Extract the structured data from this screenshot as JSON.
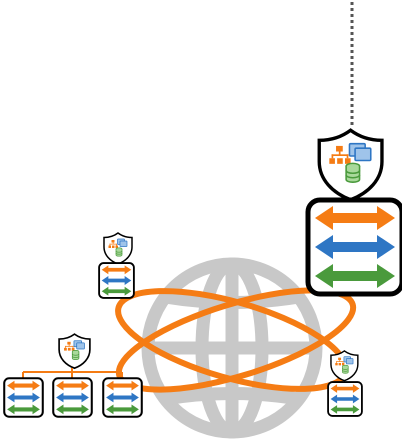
{
  "colors": {
    "globe": "#c8c8c8",
    "orbit": "#f57c14",
    "arrow_orange": "#f57c14",
    "arrow_blue": "#2e76c4",
    "arrow_green": "#4a9a3c",
    "dotted_link": "#555555",
    "node_border": "#000000"
  },
  "icons": {
    "globe": "globe-icon",
    "shield": "shield-icon",
    "arrows": "bidirectional-arrows-icon",
    "hierarchy": "org-chart-icon",
    "windows": "stacked-windows-icon",
    "database": "database-icon"
  },
  "nodes": [
    {
      "id": "large-router",
      "kind": "router-with-shield"
    },
    {
      "id": "small-router-top-left",
      "kind": "router-with-shield"
    },
    {
      "id": "small-router-right",
      "kind": "router-with-shield"
    },
    {
      "id": "router-cluster-bottom-left",
      "kind": "router-cluster-with-shield",
      "members": 3
    }
  ]
}
